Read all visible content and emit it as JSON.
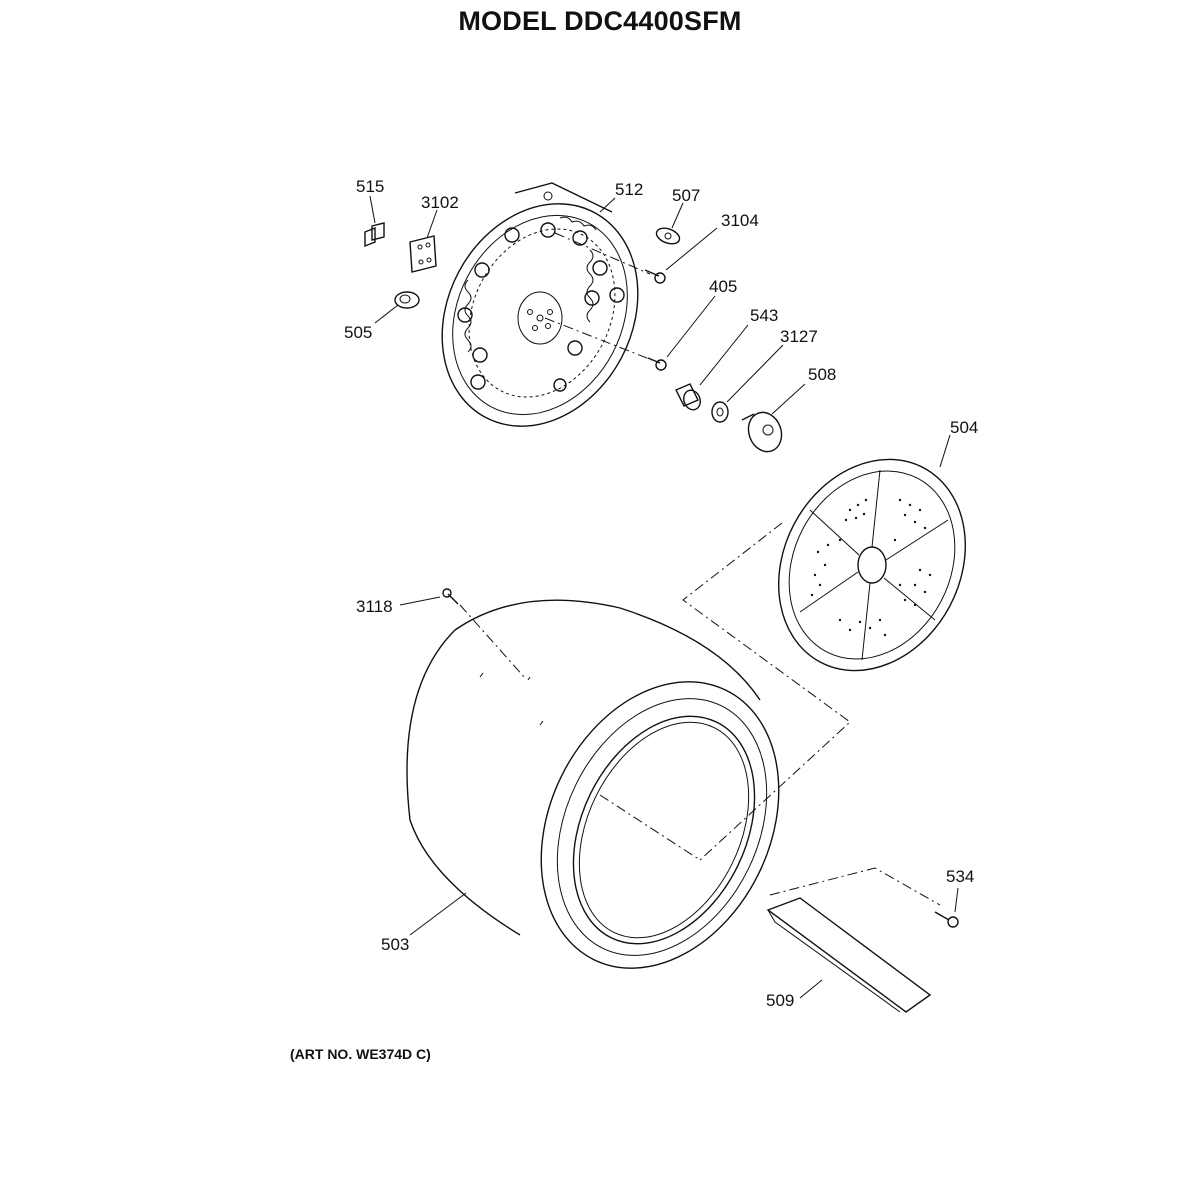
{
  "title": "MODEL DDC4400SFM",
  "footer": "(ART NO. WE374D C)",
  "parts": {
    "p515": "515",
    "p3102": "3102",
    "p512": "512",
    "p507": "507",
    "p3104": "3104",
    "p405": "405",
    "p543": "543",
    "p3127": "3127",
    "p508": "508",
    "p505": "505",
    "p504": "504",
    "p3118": "3118",
    "p534": "534",
    "p503": "503",
    "p509": "509"
  }
}
